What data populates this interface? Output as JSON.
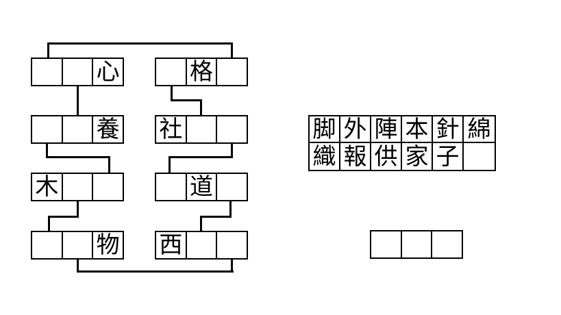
{
  "colors": {
    "line": "#000000",
    "background": "#ffffff"
  },
  "puzzle": {
    "left_boxes": [
      {
        "cells": [
          "",
          "",
          "心"
        ]
      },
      {
        "cells": [
          "",
          "",
          "養"
        ]
      },
      {
        "cells": [
          "木",
          "",
          ""
        ]
      },
      {
        "cells": [
          "",
          "",
          "物"
        ]
      }
    ],
    "right_boxes": [
      {
        "cells": [
          "",
          "格",
          ""
        ]
      },
      {
        "cells": [
          "社",
          "",
          ""
        ]
      },
      {
        "cells": [
          "",
          "道",
          ""
        ]
      },
      {
        "cells": [
          "西",
          "",
          ""
        ]
      }
    ]
  },
  "bank": {
    "row1": [
      "脚",
      "外",
      "陣",
      "本",
      "針",
      "綿"
    ],
    "row2": [
      "織",
      "報",
      "供",
      "家",
      "子",
      ""
    ]
  },
  "answer_box": {
    "cells": [
      "",
      "",
      ""
    ]
  }
}
